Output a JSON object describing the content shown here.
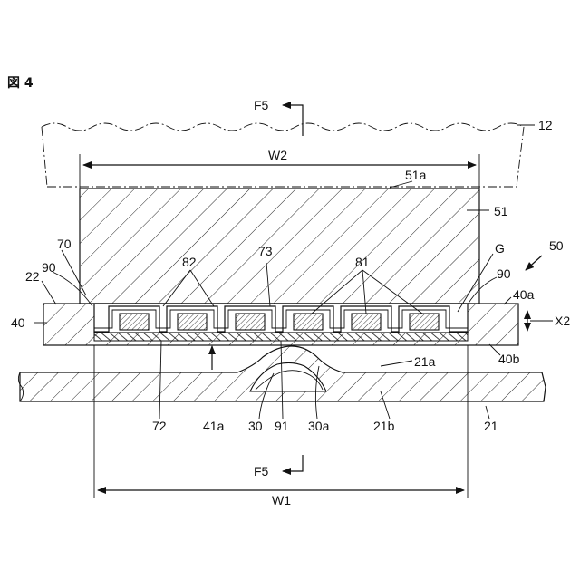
{
  "figure": {
    "title": "図 4",
    "labels": {
      "f5_top": "F5",
      "f5_bottom": "F5",
      "w1": "W1",
      "w2": "W2",
      "l12": "12",
      "l51a": "51a",
      "l51": "51",
      "lG": "G",
      "l50": "50",
      "l70": "70",
      "l90_left": "90",
      "l90_right": "90",
      "l22": "22",
      "l40": "40",
      "l40a": "40a",
      "l40b": "40b",
      "lX2": "X2",
      "l82": "82",
      "l73": "73",
      "l81": "81",
      "l21a": "21a",
      "l21": "21",
      "l21b": "21b",
      "l72": "72",
      "l41a": "41a",
      "l30": "30",
      "l91": "91",
      "l30a": "30a"
    }
  }
}
